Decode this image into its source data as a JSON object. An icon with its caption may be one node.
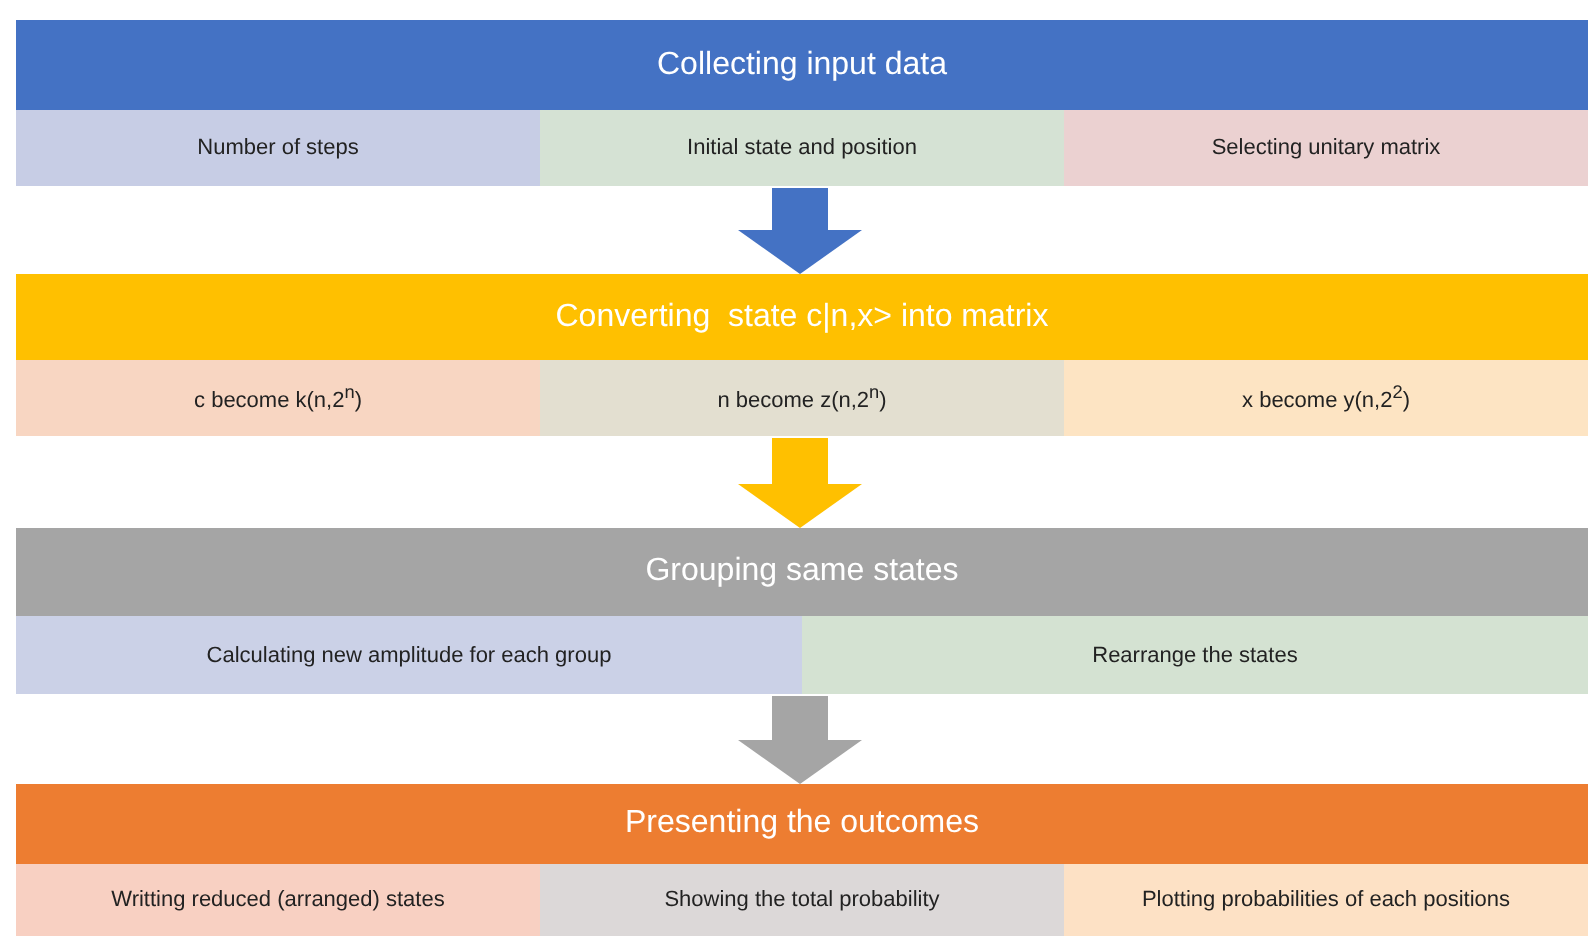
{
  "diagram": {
    "nodes": [
      {
        "text": [
          "Collecting input data"
        ]
      },
      {
        "text": [
          "Number of steps"
        ],
        "in": 0
      },
      {
        "text": [
          "Initial state and position"
        ],
        "in": 0
      },
      {
        "text": [
          "Selecting unitary matrix"
        ],
        "in": 0
      },
      {
        "text": [
          "Converting  state c|n,x> into matrix"
        ]
      },
      {
        "text": [
          "c become k(n,2$^{n}$)"
        ],
        "in": 4
      },
      {
        "text": [
          "n become z(n,2$^{n}$)"
        ],
        "in": 4
      },
      {
        "text": [
          "x become y(n,2$^{2}$)"
        ],
        "in": 4
      },
      {
        "text": [
          "Grouping same states"
        ]
      },
      {
        "text": [
          "Calculating new amplitude for each group"
        ],
        "in": 8
      },
      {
        "text": [
          "Rearrange the states"
        ],
        "in": 8
      },
      {
        "text": [
          "Presenting the outcomes"
        ]
      },
      {
        "text": [
          "Writting reduced (arranged) states"
        ],
        "in": 11
      },
      {
        "text": [
          "Showing the total probability"
        ],
        "in": 11
      },
      {
        "text": [
          "Plotting probabilities of each positions"
        ],
        "in": 11
      }
    ],
    "edges": [
      {
        "from": 0,
        "to": 4,
        "arrow": "to",
        "color": "#4472c4"
      },
      {
        "from": 4,
        "to": 8,
        "arrow": "to",
        "color": "#ffc000"
      },
      {
        "from": 8,
        "to": 11,
        "arrow": "to",
        "color": "#a5a5a5"
      }
    ]
  }
}
